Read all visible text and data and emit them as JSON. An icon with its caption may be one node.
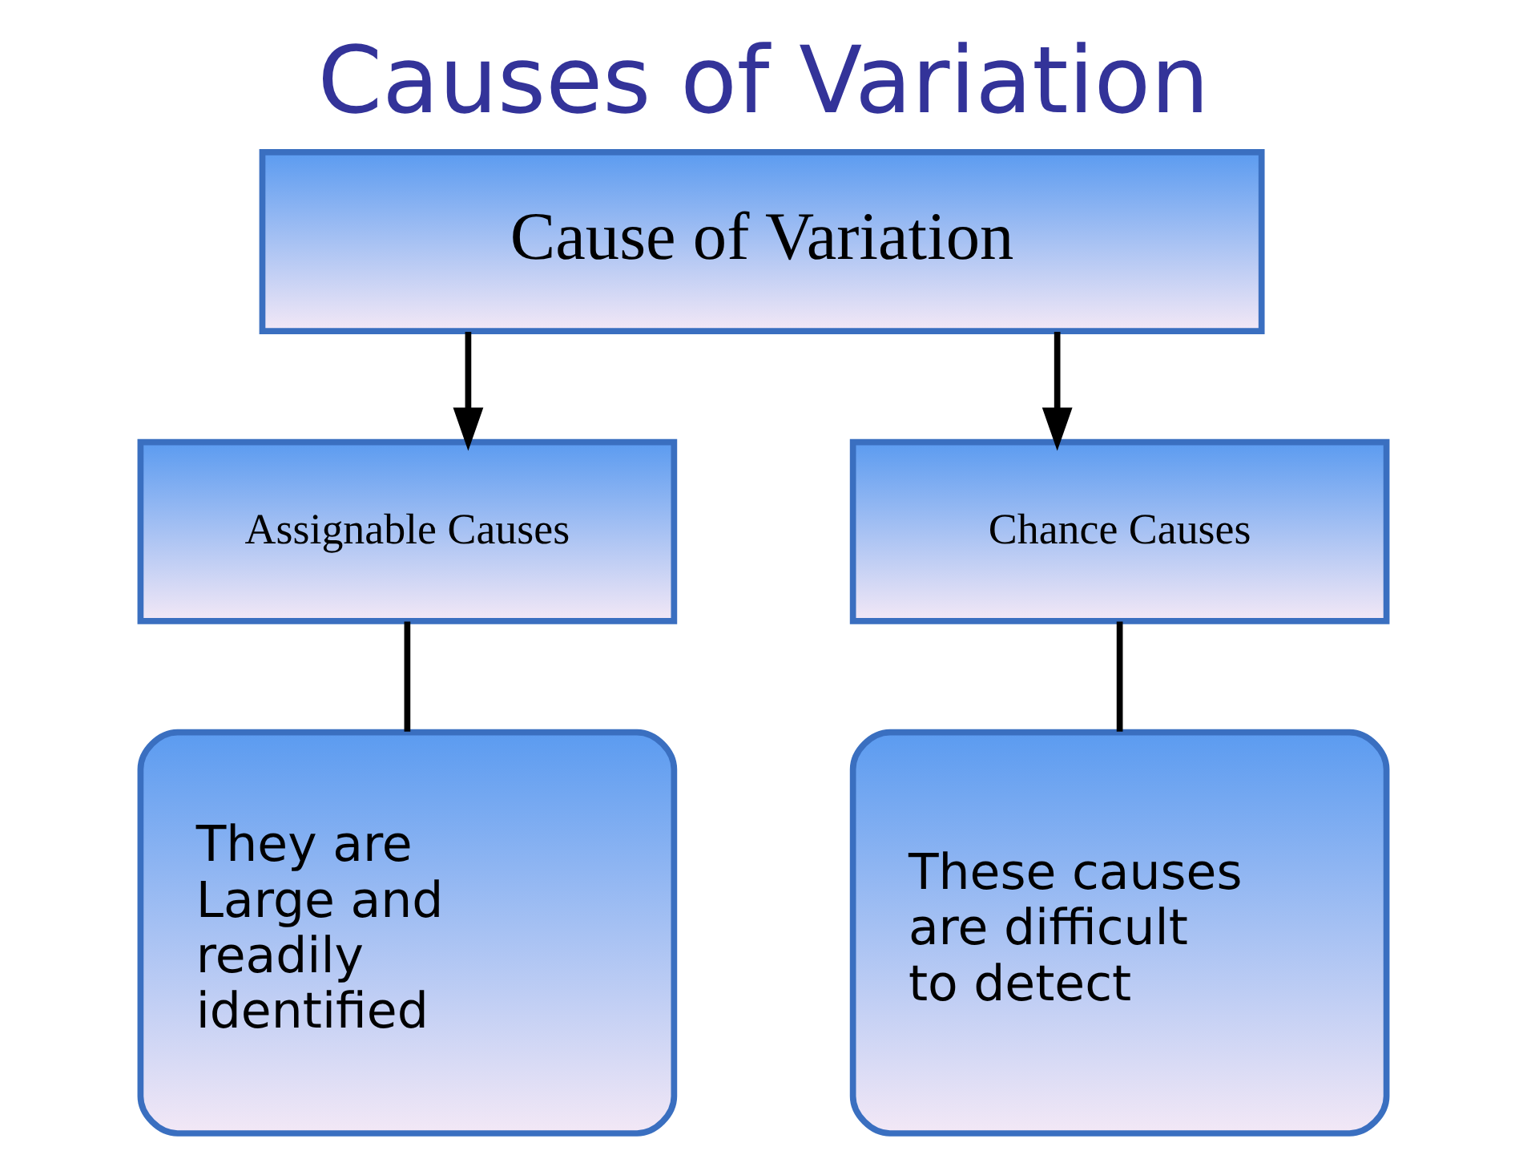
{
  "diagram": {
    "title": "Causes of Variation",
    "nodes": [
      {
        "text": [
          "Cause of Variation"
        ]
      },
      {
        "text": [
          "Assignable Causes"
        ]
      },
      {
        "text": [
          "Chance Causes"
        ]
      },
      {
        "text": [
          "They are Large and readily identified"
        ]
      },
      {
        "text": [
          "These causes are difficult to detect"
        ]
      }
    ],
    "edges": [
      {
        "from": 0,
        "to": 1,
        "arrow": "to"
      },
      {
        "from": 0,
        "to": 2,
        "arrow": "to"
      },
      {
        "from": 1,
        "to": 3,
        "arrow": "none"
      },
      {
        "from": 2,
        "to": 4,
        "arrow": "none"
      }
    ]
  }
}
